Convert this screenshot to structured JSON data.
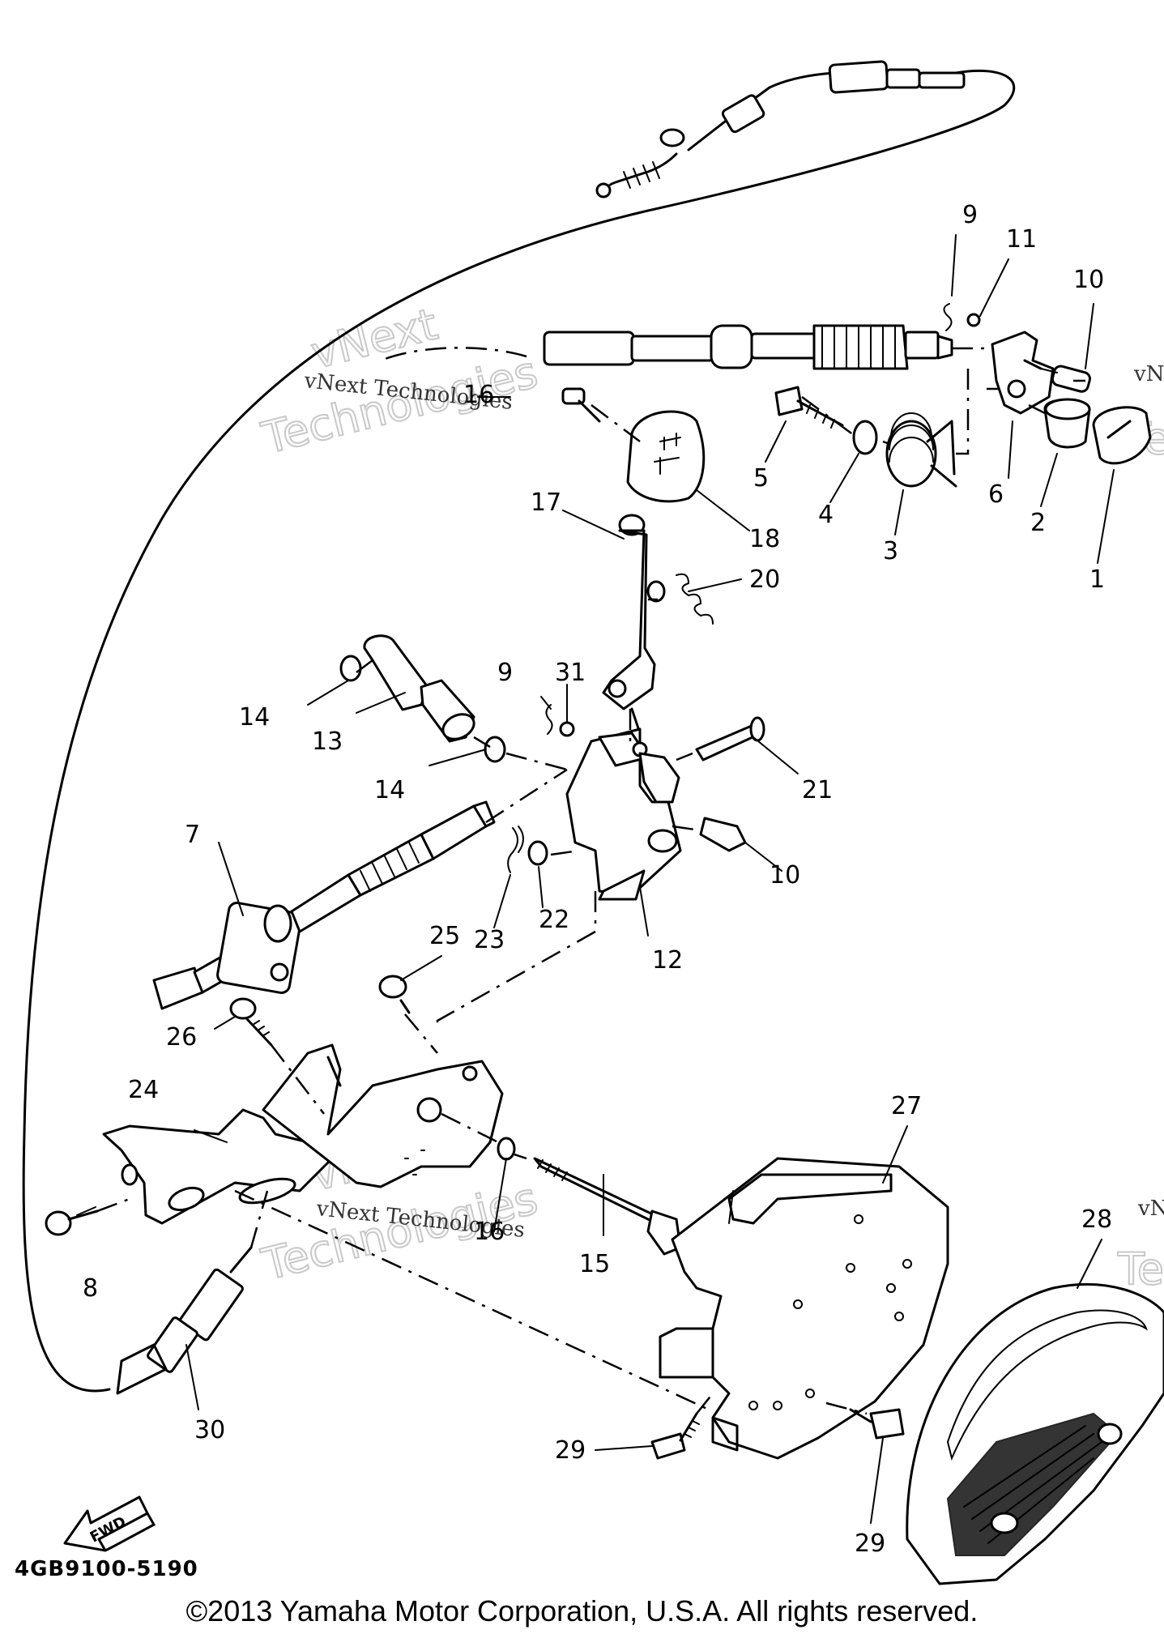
{
  "diagram": {
    "code": "4GB9100-5190",
    "fwd_label": "FWD",
    "copyright": "©2013 Yamaha Motor Corporation, U.S.A. All rights reserved.",
    "watermark": {
      "brand_top": "vNext",
      "brand_bottom": "Technologies",
      "text": "vNext Technologies",
      "edge_fragment": "vN",
      "edge_fragment_2": "Te"
    },
    "callouts": [
      "1",
      "2",
      "3",
      "4",
      "5",
      "6",
      "7",
      "8",
      "9",
      "9",
      "10",
      "10",
      "11",
      "12",
      "13",
      "14",
      "14",
      "15",
      "16",
      "16",
      "17",
      "18",
      "20",
      "21",
      "22",
      "23",
      "24",
      "25",
      "26",
      "27",
      "28",
      "29",
      "29",
      "30",
      "31"
    ]
  }
}
